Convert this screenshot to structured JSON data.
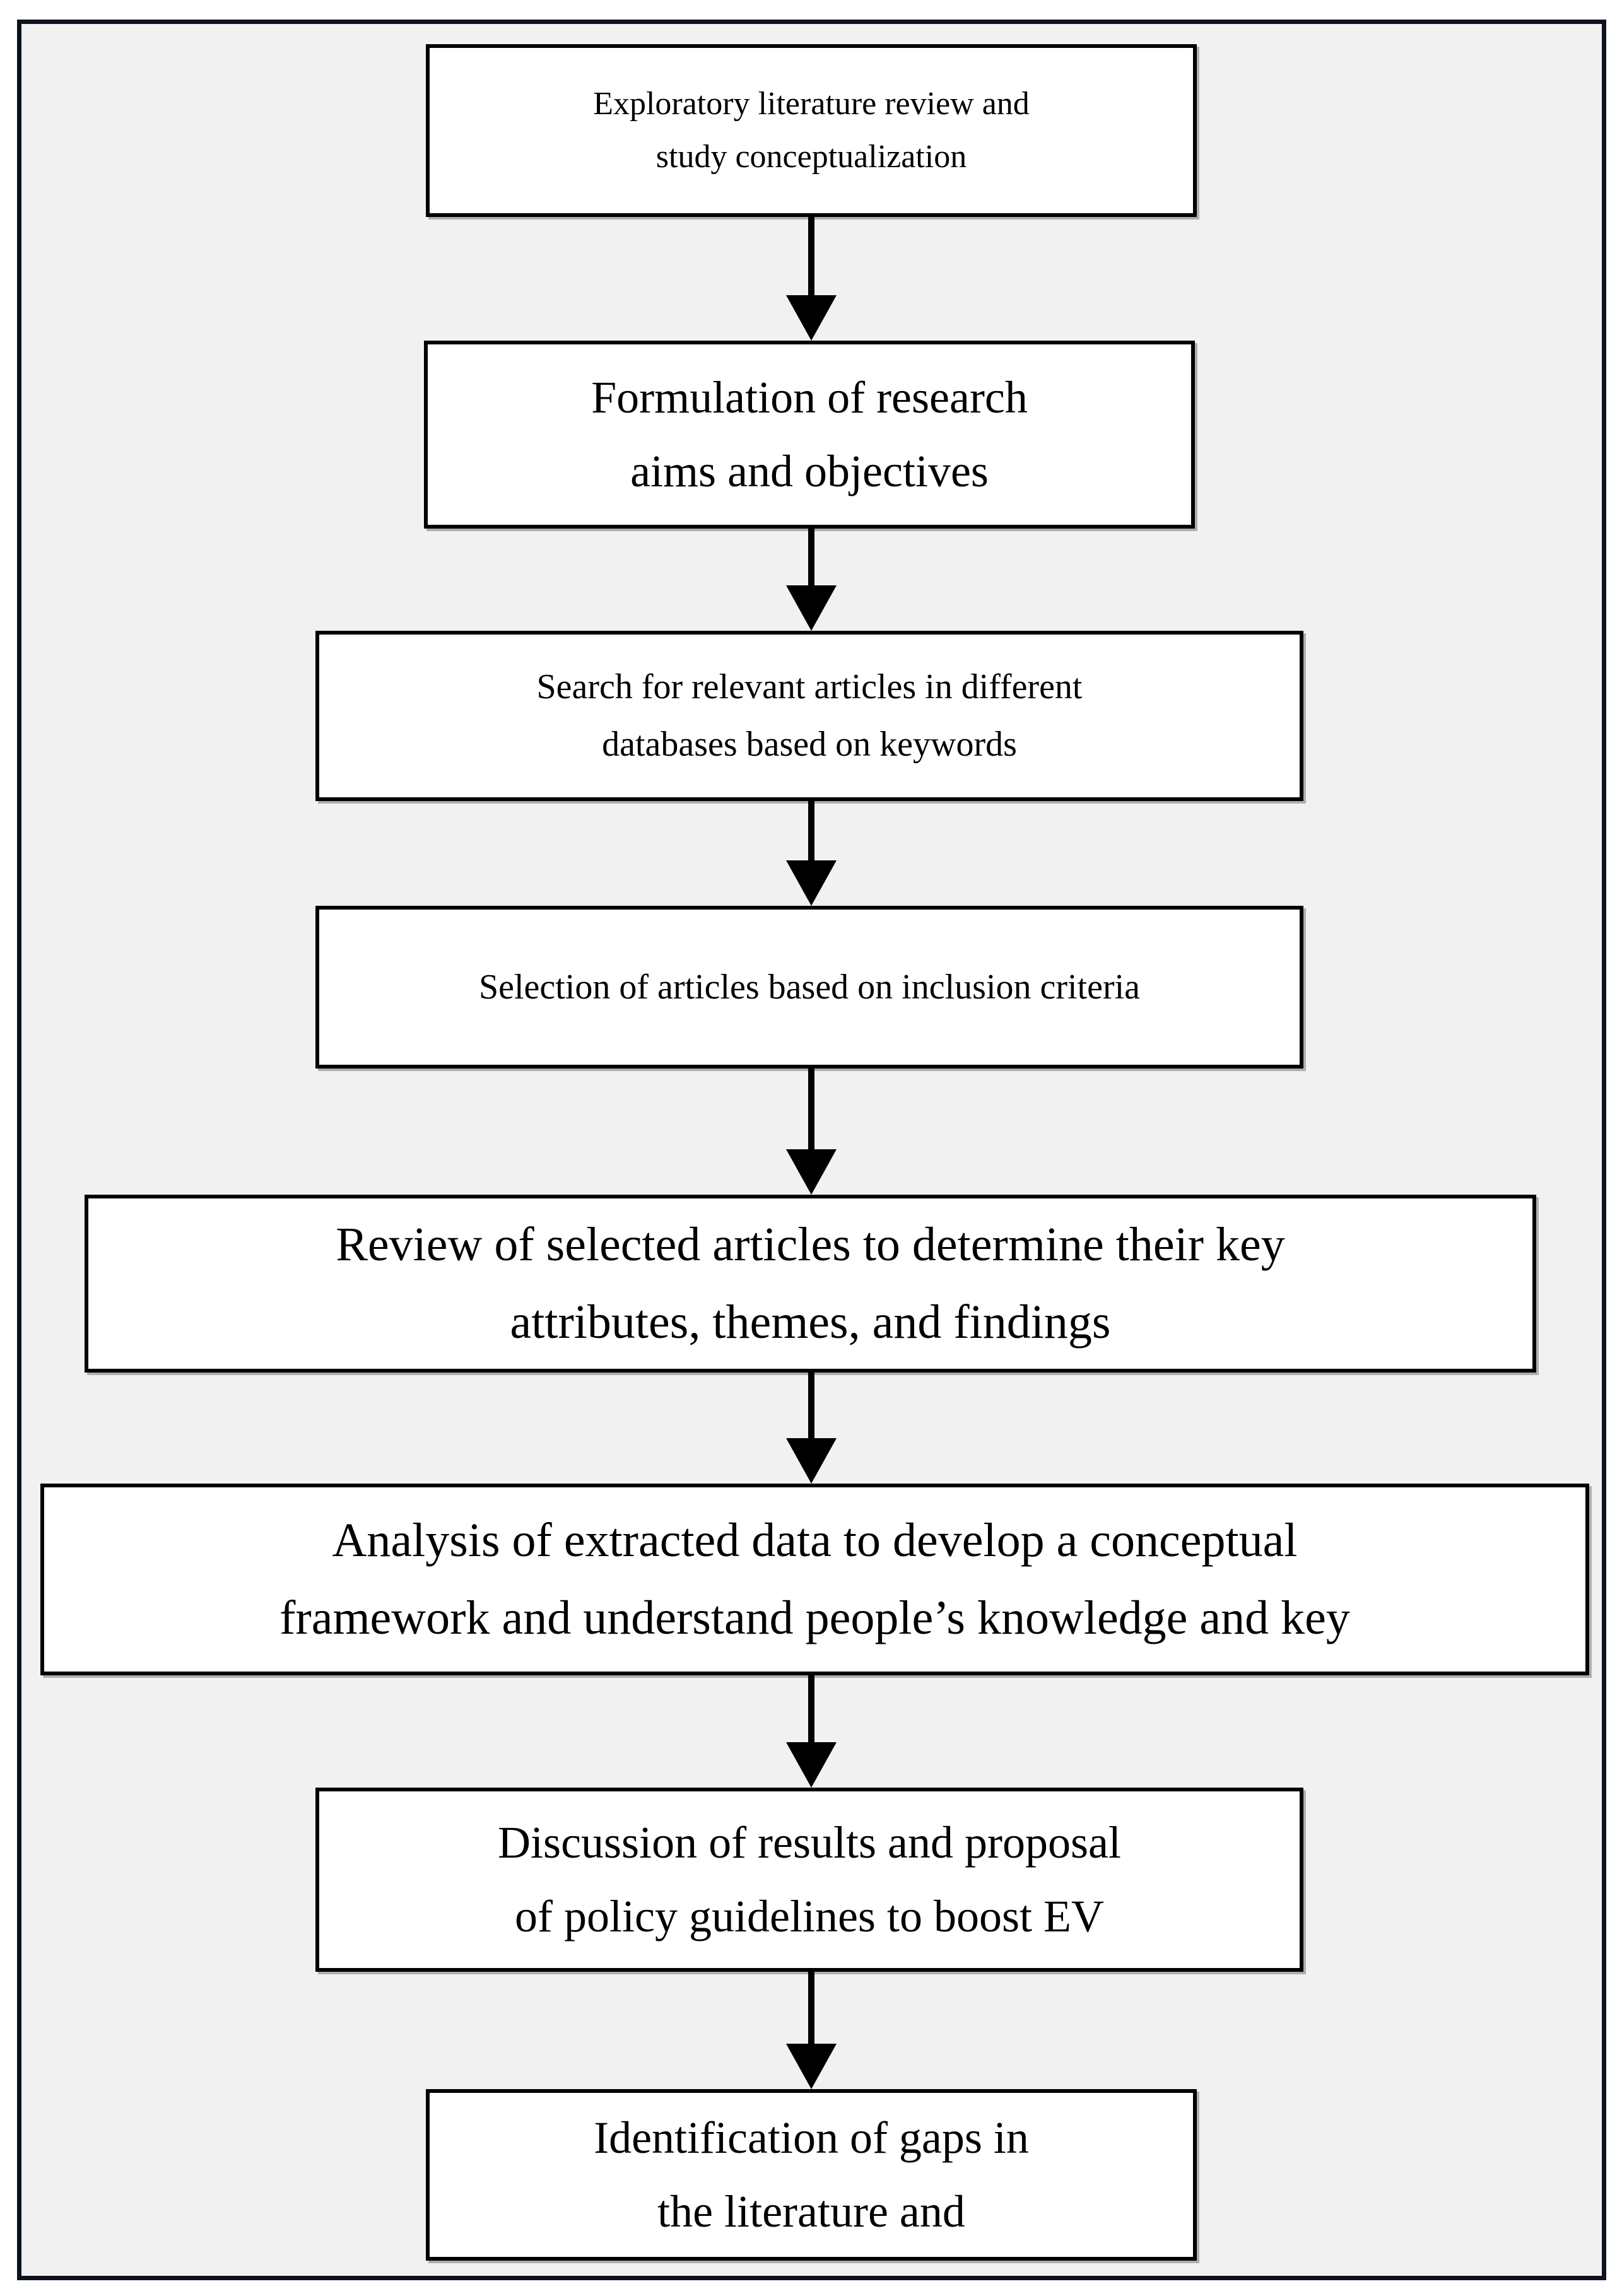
{
  "figure": {
    "kind": "flowchart",
    "orientation": "top-to-bottom",
    "title": "Research methodology flow diagram",
    "background_color": "#f1f1f1",
    "page_color": "#ffffff",
    "frame_border_color": "#0d121e",
    "node_fill_color": "#ffffff",
    "node_border_color": "#000000",
    "arrow_color": "#000000",
    "text_color": "#000000"
  },
  "nodes": [
    {
      "id": "node-1",
      "lines": [
        "Exploratory literature review and",
        "study conceptualization"
      ],
      "line1": "Exploratory literature review and",
      "line2": "study conceptualization"
    },
    {
      "id": "node-2",
      "lines": [
        "Formulation of research",
        "aims and objectives"
      ],
      "line1": "Formulation of research",
      "line2": "aims and objectives"
    },
    {
      "id": "node-3",
      "lines": [
        "Search for relevant articles in different",
        "databases based on keywords"
      ],
      "line1": "Search for relevant articles in different",
      "line2": "databases based on keywords"
    },
    {
      "id": "node-4",
      "lines": [
        "Selection of articles based on inclusion criteria"
      ],
      "line1": "Selection of articles based on inclusion criteria",
      "line2": ""
    },
    {
      "id": "node-5",
      "lines": [
        "Review of selected articles to determine their key",
        "attributes, themes, and findings"
      ],
      "line1": "Review of selected articles to determine their key",
      "line2": "attributes, themes, and findings"
    },
    {
      "id": "node-6",
      "lines": [
        "Analysis of extracted data to develop a conceptual",
        "framework and understand people’s knowledge and key"
      ],
      "line1": "Analysis of extracted data to develop a conceptual",
      "line2": "framework and understand people’s knowledge and key"
    },
    {
      "id": "node-7",
      "lines": [
        "Discussion of results and proposal",
        "of policy guidelines to boost EV"
      ],
      "line1": "Discussion of results and proposal",
      "line2": "of policy guidelines to boost EV"
    },
    {
      "id": "node-8",
      "lines": [
        "Identification of gaps in",
        "the literature and"
      ],
      "line1": "Identification of gaps in",
      "line2": "the literature and"
    }
  ],
  "connectors": [
    {
      "id": "arrow-1-2",
      "from": "node-1",
      "to": "node-2",
      "shape": "straight-down-arrow"
    },
    {
      "id": "arrow-2-3",
      "from": "node-2",
      "to": "node-3",
      "shape": "straight-down-arrow"
    },
    {
      "id": "arrow-3-4",
      "from": "node-3",
      "to": "node-4",
      "shape": "straight-down-arrow"
    },
    {
      "id": "arrow-4-5",
      "from": "node-4",
      "to": "node-5",
      "shape": "straight-down-arrow"
    },
    {
      "id": "arrow-5-6",
      "from": "node-5",
      "to": "node-6",
      "shape": "straight-down-arrow"
    },
    {
      "id": "arrow-6-7",
      "from": "node-6",
      "to": "node-7",
      "shape": "straight-down-arrow"
    },
    {
      "id": "arrow-7-8",
      "from": "node-7",
      "to": "node-8",
      "shape": "straight-down-arrow"
    }
  ]
}
